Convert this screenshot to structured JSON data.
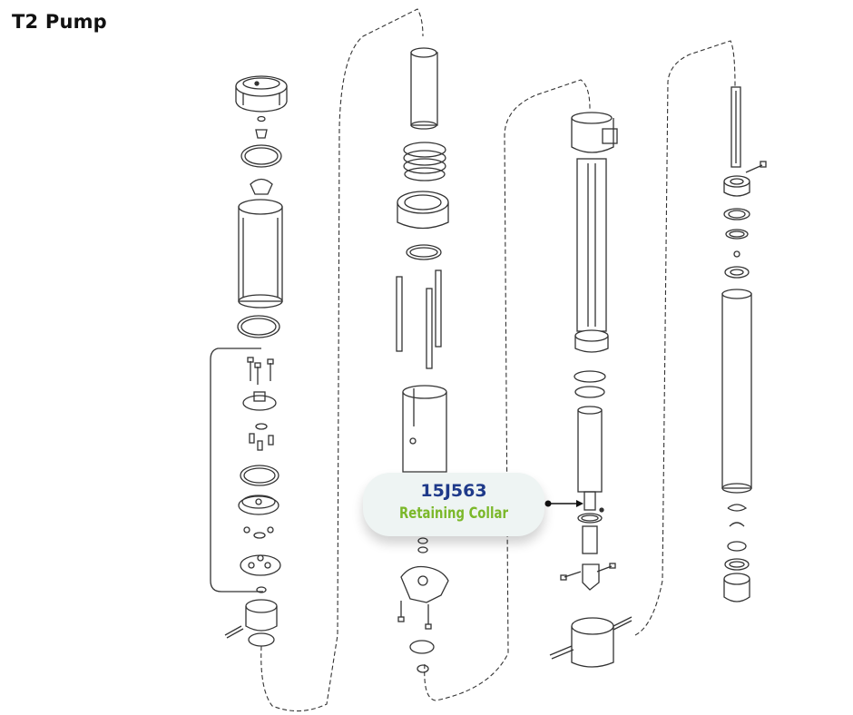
{
  "title": "T2 Pump",
  "callout": {
    "part_number": "15J563",
    "part_name": "Retaining Collar"
  },
  "colors": {
    "part_number": "#1f3a8a",
    "part_name": "#7bb82a",
    "callout_bg": "#eef4f3",
    "line_art": "#333333"
  }
}
